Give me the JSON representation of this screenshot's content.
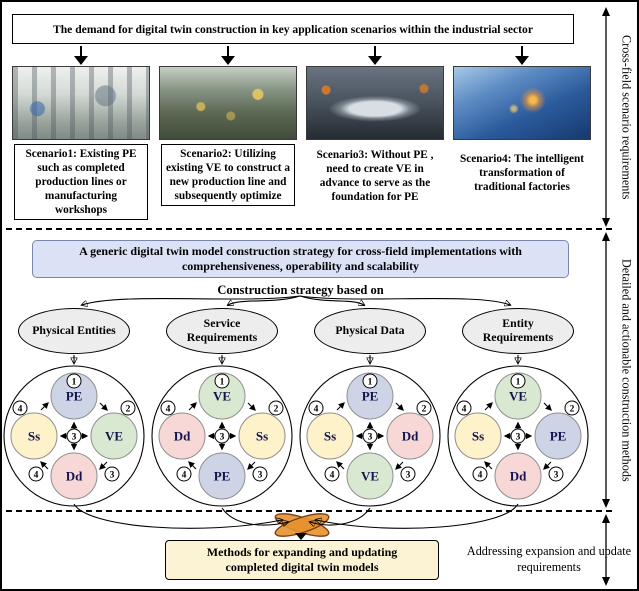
{
  "banner": "The demand for digital twin construction in key application scenarios within the industrial sector",
  "scenarios": [
    {
      "caption": "Scenario1: Existing PE such as completed production lines or manufacturing workshops"
    },
    {
      "caption": "Scenario2: Utilizing existing VE to construct a new production line and subsequently optimize"
    },
    {
      "caption": "Scenario3: Without PE , need to create VE in advance to serve as the foundation for PE"
    },
    {
      "caption": "Scenario4: The intelligent transformation of traditional factories"
    }
  ],
  "strategy": {
    "banner": "A generic digital twin model construction strategy for cross-field implementations with comprehensiveness, operability and scalability",
    "caption": "Construction strategy based on"
  },
  "factors": [
    {
      "label": "Physical Entities"
    },
    {
      "label": "Service Requirements"
    },
    {
      "label": "Physical Data"
    },
    {
      "label": "Entity Requirements"
    }
  ],
  "clusters": [
    {
      "nodes": {
        "top": {
          "label": "PE",
          "color": "#ccd4e6"
        },
        "right": {
          "label": "VE",
          "color": "#d9e9d1"
        },
        "bottom": {
          "label": "Dd",
          "color": "#f8d8d6"
        },
        "left": {
          "label": "Ss",
          "color": "#fdf2ca"
        }
      }
    },
    {
      "nodes": {
        "top": {
          "label": "VE",
          "color": "#d9e9d1"
        },
        "right": {
          "label": "Ss",
          "color": "#fdf2ca"
        },
        "bottom": {
          "label": "PE",
          "color": "#ccd4e6"
        },
        "left": {
          "label": "Dd",
          "color": "#f8d8d6"
        }
      }
    },
    {
      "nodes": {
        "top": {
          "label": "PE",
          "color": "#ccd4e6"
        },
        "right": {
          "label": "Dd",
          "color": "#f8d8d6"
        },
        "bottom": {
          "label": "VE",
          "color": "#d9e9d1"
        },
        "left": {
          "label": "Ss",
          "color": "#fdf2ca"
        }
      }
    },
    {
      "nodes": {
        "top": {
          "label": "VE",
          "color": "#d9e9d1"
        },
        "right": {
          "label": "PE",
          "color": "#ccd4e6"
        },
        "bottom": {
          "label": "Dd",
          "color": "#f8d8d6"
        },
        "left": {
          "label": "Ss",
          "color": "#fdf2ca"
        }
      }
    }
  ],
  "steps": [
    "1",
    "2",
    "3",
    "4"
  ],
  "expansion": {
    "box": "Methods for expanding and updating completed digital twin models"
  },
  "side_labels": {
    "top": "Cross-field scenario requirements",
    "middle": "Detailed and actionable construction methods",
    "bottom": "Addressing expansion and update requirements"
  },
  "accent_colors": {
    "strategy_banner": "#dbe2f6",
    "bottom_box": "#fbf3d4",
    "expansion_loop": "#e5912f"
  }
}
